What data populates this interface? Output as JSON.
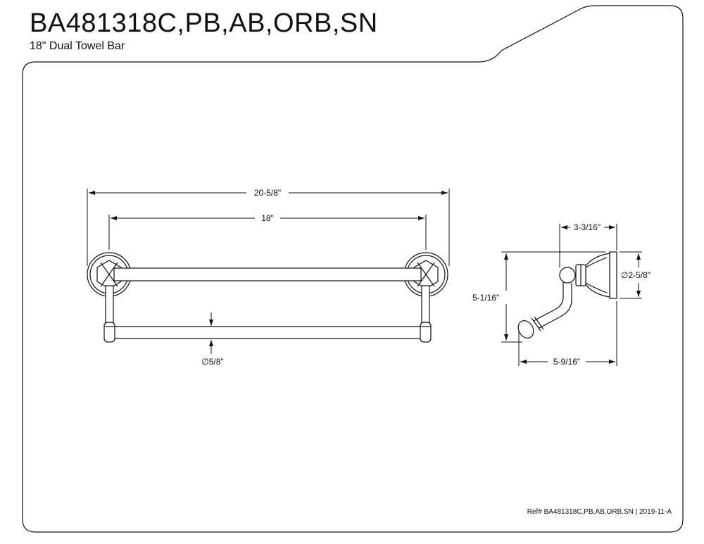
{
  "header": {
    "model": "BA481318C,PB,AB,ORB,SN",
    "description": "18\"  Dual Towel Bar"
  },
  "dimensions": {
    "overall_length": "20-5/8\"",
    "bar_length": "18\"",
    "bar_diameter": "∅5/8\"",
    "projection": "3-3/16\"",
    "flange_diameter": "∅2-5/8\"",
    "height": "5-1/16\"",
    "depth": "5-9/16\""
  },
  "footer": {
    "reference": "Ref# BA481318C,PB,AB,ORB,SN | 2019-11-A"
  }
}
